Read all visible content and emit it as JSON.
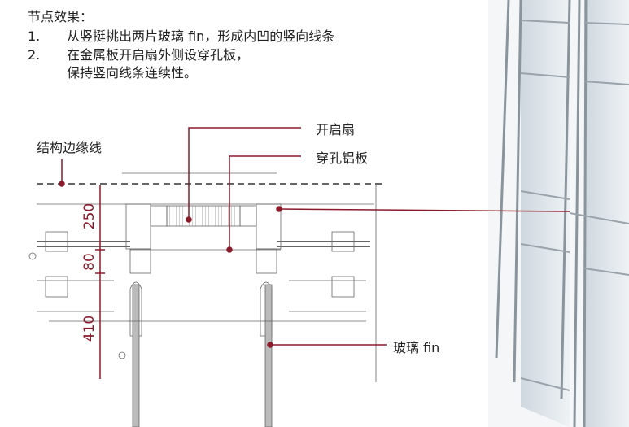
{
  "notes": {
    "title": "节点效果：",
    "items": [
      {
        "num": "1.",
        "text": "从竖挺挑出两片玻璃 fin，形成内凹的竖向线条"
      },
      {
        "num": "2.",
        "text": "在金属板开启扇外侧设穿孔板，",
        "text2": "保持竖向线条连续性。"
      }
    ]
  },
  "callouts": {
    "vent": "开启扇",
    "perforated_panel": "穿孔铝板",
    "structure_edge": "结构边缘线",
    "glass_fin": "玻璃 fin"
  },
  "dimensions": [
    "250",
    "80",
    "410"
  ],
  "colors": {
    "accent": "#8b1a2b",
    "drawing": "#555555"
  }
}
